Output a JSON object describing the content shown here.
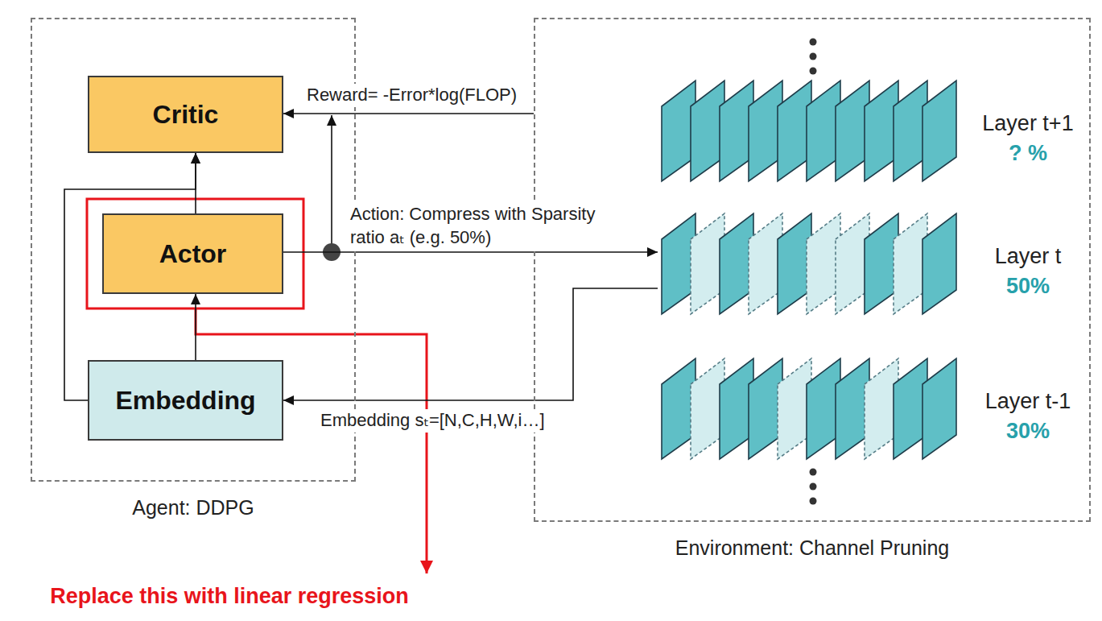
{
  "diagram": {
    "nodes": [
      {
        "text": [
          "Agent: DDPG"
        ]
      },
      {
        "text": [
          "Critic"
        ],
        "in": 0
      },
      {
        "text": [
          "Actor"
        ],
        "in": 0
      },
      {
        "text": [
          "Embedding"
        ],
        "in": 0
      },
      {
        "text": [
          "Environment: Channel Pruning"
        ]
      },
      {
        "text": [
          "Layer t+1",
          "? %"
        ],
        "in": 4
      },
      {
        "text": [
          "Layer t",
          "50%"
        ],
        "in": 4
      },
      {
        "text": [
          "Layer t-1",
          "30%"
        ],
        "in": 4
      }
    ],
    "edges": [
      {
        "from": 3,
        "to": 2,
        "arrow": "to"
      },
      {
        "from": 3,
        "to": 1,
        "arrow": "to"
      },
      {
        "from": 2,
        "to": 1,
        "arrow": "to"
      },
      {
        "from": 2,
        "to": 6,
        "label": "Action: Compress with Sparsity ratio aₜ (e.g. 50%)",
        "arrow": "to"
      },
      {
        "from": 6,
        "to": 3,
        "label": "Embedding sₜ=[N,C,H,W,i…]",
        "arrow": "to"
      },
      {
        "from": 4,
        "to": 1,
        "label": "Reward= -Error*log(FLOP)",
        "arrow": "to"
      }
    ],
    "labels": [
      "Replace this with linear regression"
    ]
  }
}
